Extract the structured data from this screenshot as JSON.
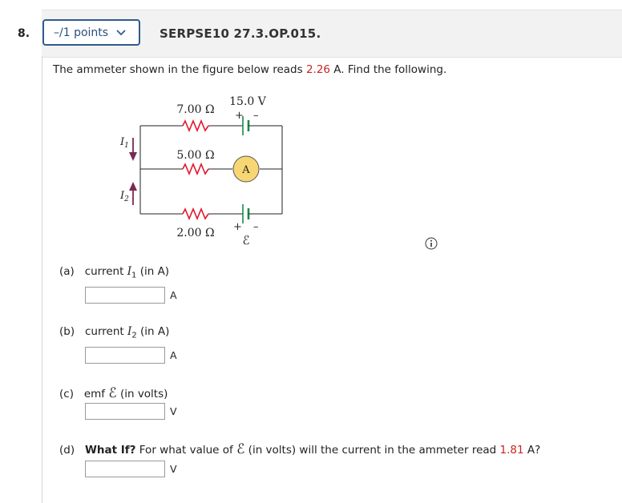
{
  "question": {
    "number": "8.",
    "points_label": "–/1 points",
    "code": "SERPSE10 27.3.OP.015."
  },
  "statement": {
    "before": "The ammeter shown in the figure below reads ",
    "value": "2.26",
    "after": " A. Find the following."
  },
  "circuit": {
    "r1": "7.00 Ω",
    "r2": "5.00 Ω",
    "r3": "2.00 Ω",
    "battery_voltage": "15.0 V",
    "ammeter_label": "A",
    "plus": "+",
    "minus": "–",
    "emf_symbol": "ℰ",
    "i1_letter": "I",
    "i1_sub": "1",
    "i2_letter": "I",
    "i2_sub": "2"
  },
  "parts": {
    "a": {
      "letter": "(a)",
      "text": "current ",
      "var": "I",
      "sub": "1",
      "after": " (in A)",
      "unit": "A",
      "value": ""
    },
    "b": {
      "letter": "(b)",
      "text": "current ",
      "var": "I",
      "sub": "2",
      "after": " (in A)",
      "unit": "A",
      "value": ""
    },
    "c": {
      "letter": "(c)",
      "text": "emf ",
      "glyph": "ℰ",
      "after": " (in volts)",
      "unit": "V",
      "value": ""
    },
    "d": {
      "letter": "(d)",
      "whatif": "What If?",
      "text1": " For what value of ",
      "glyph": "ℰ",
      "text2": " (in volts) will the current in the ammeter read ",
      "value_red": "1.81",
      "text3": " A?",
      "unit": "V",
      "value": ""
    }
  },
  "colors": {
    "accent_blue": "#2f5b8e",
    "red_value": "#cc2222",
    "resistor_red": "#e0182d",
    "battery_green": "#1a8a4a",
    "arrow_purple": "#7a2a55",
    "ammeter_fill": "#f7d774"
  }
}
